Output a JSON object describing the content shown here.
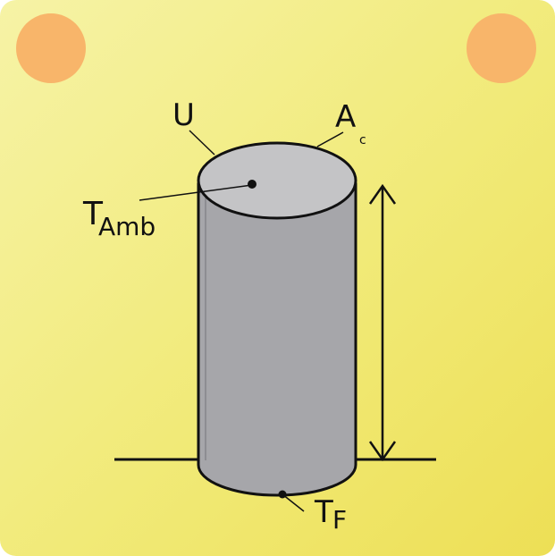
{
  "labels": {
    "u": "U",
    "a_main": "A",
    "a_sub": "c",
    "t_amb_main": "T",
    "t_amb_sub": "Amb",
    "t_f_main": "T",
    "t_f_sub": "F"
  },
  "colors": {
    "background_top": "#f6f3a6",
    "background_bottom": "#eddf55",
    "corner_dots": "#f8b56a",
    "cylinder_body": "#a6a6aa",
    "cylinder_top": "#c4c4c6",
    "line": "#111111"
  }
}
